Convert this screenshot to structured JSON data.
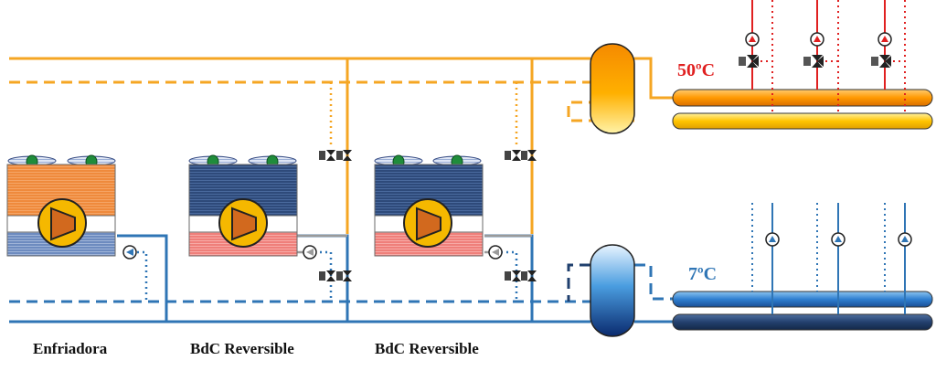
{
  "labels": {
    "unit_1": "Enfriadora",
    "unit_2": "BdC Reversible",
    "unit_3": "BdC Reversible"
  },
  "temperatures": {
    "hot": "50ºC",
    "cold": "7ºC"
  },
  "colors": {
    "hot_line": "#f5a623",
    "hot_tank": "#ff9900",
    "cold_line": "#2f75b5",
    "cold_dark": "#1f3f6e",
    "supply_arrow_hot": "#e02020",
    "temp_hot_text": "#e02020",
    "temp_cold_text": "#2f75b5",
    "chiller_top": "#ef8a3c",
    "heatpump_top": "#2e4a7a",
    "coil_cold": "#6d8bbf",
    "coil_hot": "#ef7f7a",
    "compressor": "#f5b800"
  }
}
